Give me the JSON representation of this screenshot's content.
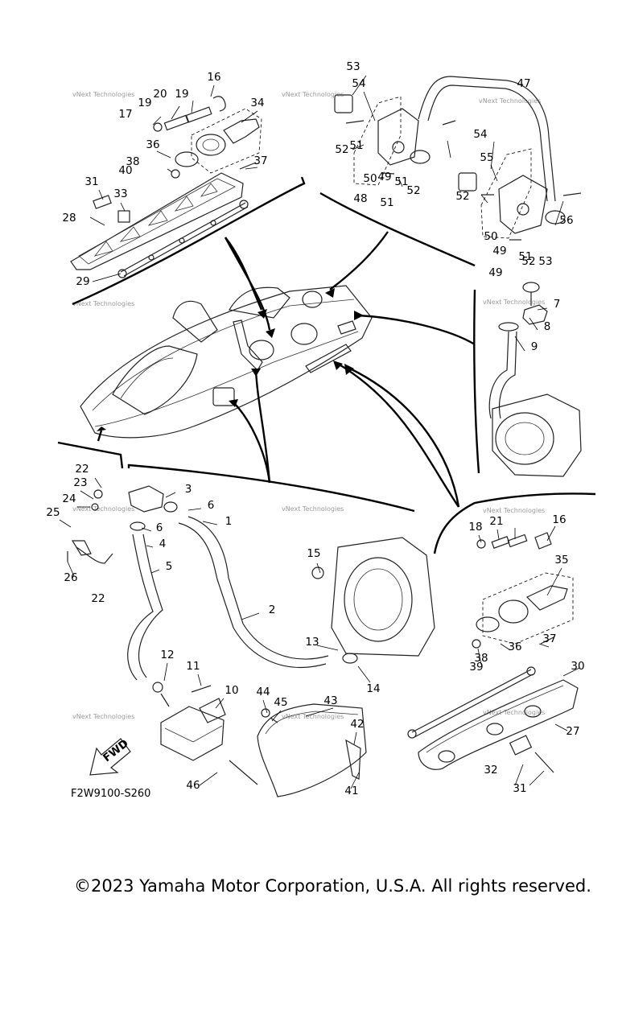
{
  "watermark": "vNext Technologies",
  "diagram_code": "F2W9100-S260",
  "fwd_label": "FWD",
  "copyright": "©2023 Yamaha Motor Corporation, U.S.A. All rights reserved.",
  "callouts": [
    "1",
    "2",
    "3",
    "4",
    "5",
    "6",
    "6",
    "7",
    "8",
    "9",
    "10",
    "11",
    "12",
    "13",
    "14",
    "15",
    "16",
    "16",
    "17",
    "18",
    "19",
    "19",
    "20",
    "21",
    "22",
    "22",
    "23",
    "24",
    "25",
    "26",
    "27",
    "28",
    "29",
    "30",
    "31",
    "31",
    "32",
    "33",
    "34",
    "35",
    "36",
    "36",
    "37",
    "37",
    "38",
    "38",
    "39",
    "40",
    "41",
    "42",
    "43",
    "44",
    "45",
    "46",
    "47",
    "48",
    "49",
    "49",
    "49",
    "50",
    "50",
    "51",
    "51",
    "51",
    "51",
    "52",
    "52",
    "52",
    "52",
    "53",
    "53",
    "54",
    "54",
    "55",
    "56"
  ]
}
